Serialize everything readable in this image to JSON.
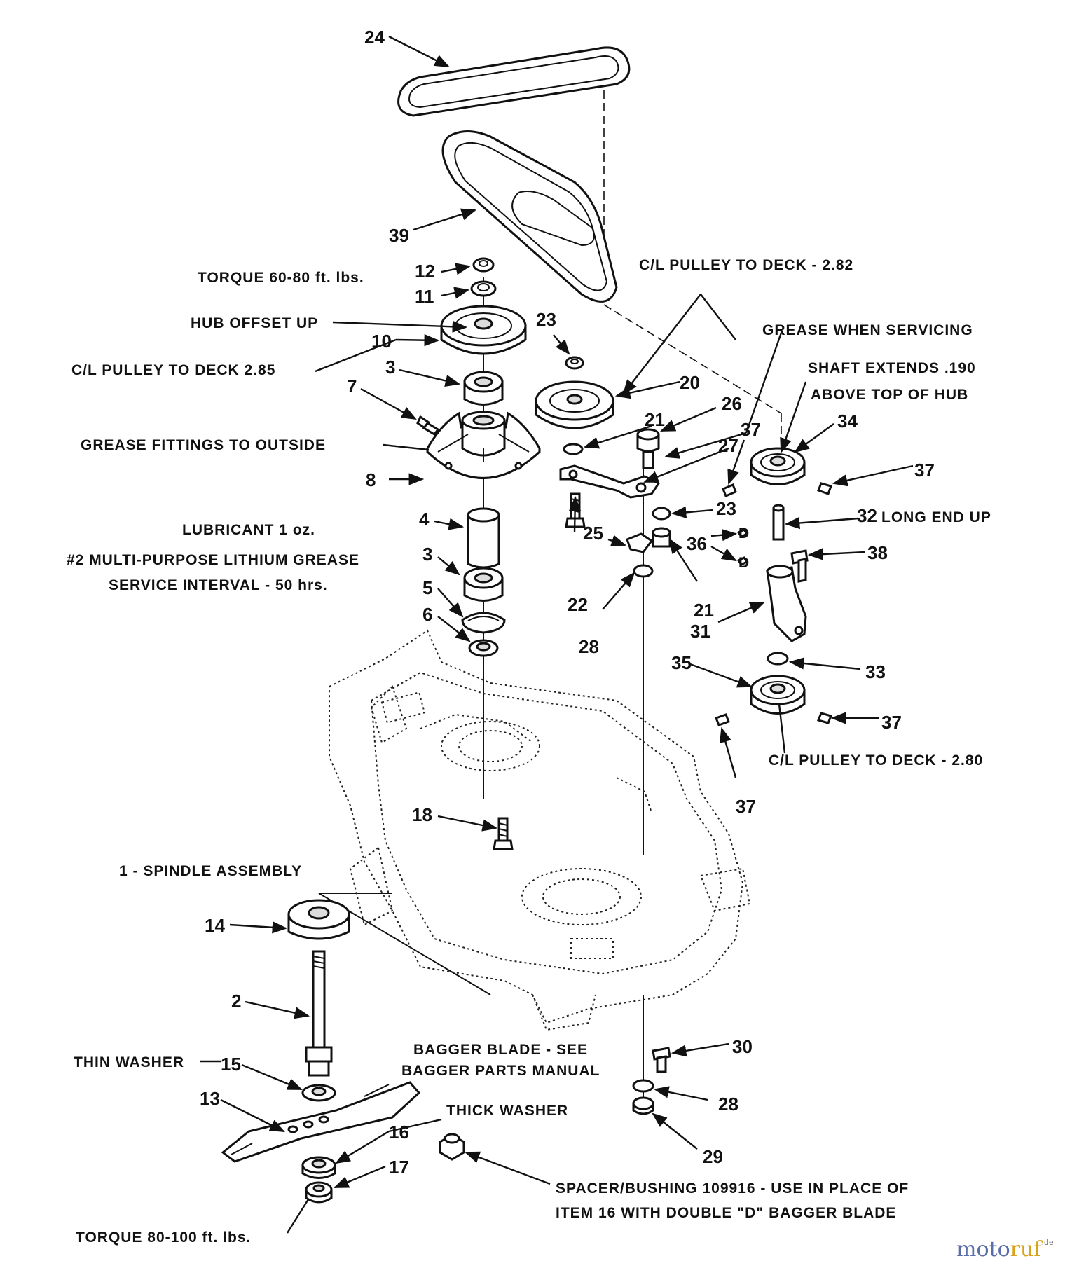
{
  "callouts": [
    {
      "id": "24",
      "text": "24"
    },
    {
      "id": "39",
      "text": "39"
    },
    {
      "id": "12",
      "text": "12"
    },
    {
      "id": "11",
      "text": "11"
    },
    {
      "id": "10",
      "text": "10"
    },
    {
      "id": "3a",
      "text": "3"
    },
    {
      "id": "7",
      "text": "7"
    },
    {
      "id": "8",
      "text": "8"
    },
    {
      "id": "4",
      "text": "4"
    },
    {
      "id": "3b",
      "text": "3"
    },
    {
      "id": "5",
      "text": "5"
    },
    {
      "id": "6",
      "text": "6"
    },
    {
      "id": "23a",
      "text": "23"
    },
    {
      "id": "20",
      "text": "20"
    },
    {
      "id": "21a",
      "text": "21"
    },
    {
      "id": "26",
      "text": "26"
    },
    {
      "id": "27",
      "text": "27"
    },
    {
      "id": "37a",
      "text": "37"
    },
    {
      "id": "34",
      "text": "34"
    },
    {
      "id": "37b",
      "text": "37"
    },
    {
      "id": "23b",
      "text": "23"
    },
    {
      "id": "32",
      "text": "32"
    },
    {
      "id": "36",
      "text": "36"
    },
    {
      "id": "38",
      "text": "38"
    },
    {
      "id": "25",
      "text": "25"
    },
    {
      "id": "21b",
      "text": "21"
    },
    {
      "id": "22",
      "text": "22"
    },
    {
      "id": "28a",
      "text": "28"
    },
    {
      "id": "31",
      "text": "31"
    },
    {
      "id": "35",
      "text": "35"
    },
    {
      "id": "33",
      "text": "33"
    },
    {
      "id": "37c",
      "text": "37"
    },
    {
      "id": "37d",
      "text": "37"
    },
    {
      "id": "18",
      "text": "18"
    },
    {
      "id": "14",
      "text": "14"
    },
    {
      "id": "2",
      "text": "2"
    },
    {
      "id": "15",
      "text": "15"
    },
    {
      "id": "13",
      "text": "13"
    },
    {
      "id": "16",
      "text": "16"
    },
    {
      "id": "17",
      "text": "17"
    },
    {
      "id": "30",
      "text": "30"
    },
    {
      "id": "28b",
      "text": "28"
    },
    {
      "id": "29",
      "text": "29"
    }
  ],
  "notes": {
    "torque_top": "TORQUE 60-80 ft. lbs.",
    "hub_offset": "HUB OFFSET UP",
    "cl_pulley_285": "C/L PULLEY TO DECK 2.85",
    "grease_fittings": "GREASE FITTINGS TO OUTSIDE",
    "lubricant": "LUBRICANT 1 oz.",
    "lithium_grease": "#2 MULTI-PURPOSE LITHIUM GREASE",
    "service_interval": "SERVICE INTERVAL - 50 hrs.",
    "cl_pulley_282": "C/L PULLEY TO DECK - 2.82",
    "grease_servicing": "GREASE WHEN SERVICING",
    "shaft_extends": "SHAFT EXTENDS .190",
    "above_hub": "ABOVE TOP OF HUB",
    "long_end_up": "LONG END UP",
    "cl_pulley_280": "C/L PULLEY TO DECK - 2.80",
    "spindle_assembly": "1 - SPINDLE ASSEMBLY",
    "thin_washer": "THIN WASHER",
    "bagger_blade_1": "BAGGER BLADE - SEE",
    "bagger_blade_2": "BAGGER PARTS MANUAL",
    "thick_washer": "THICK WASHER",
    "torque_bottom": "TORQUE 80-100 ft. lbs.",
    "spacer_1": "SPACER/BUSHING 109916 - USE IN PLACE OF",
    "spacer_2": "ITEM 16 WITH DOUBLE \"D\" BAGGER BLADE",
    "d_mark_1": "D",
    "d_mark_2": "D"
  },
  "watermark": {
    "part1": "moto",
    "part2": "ruf",
    "tld": ".de"
  }
}
